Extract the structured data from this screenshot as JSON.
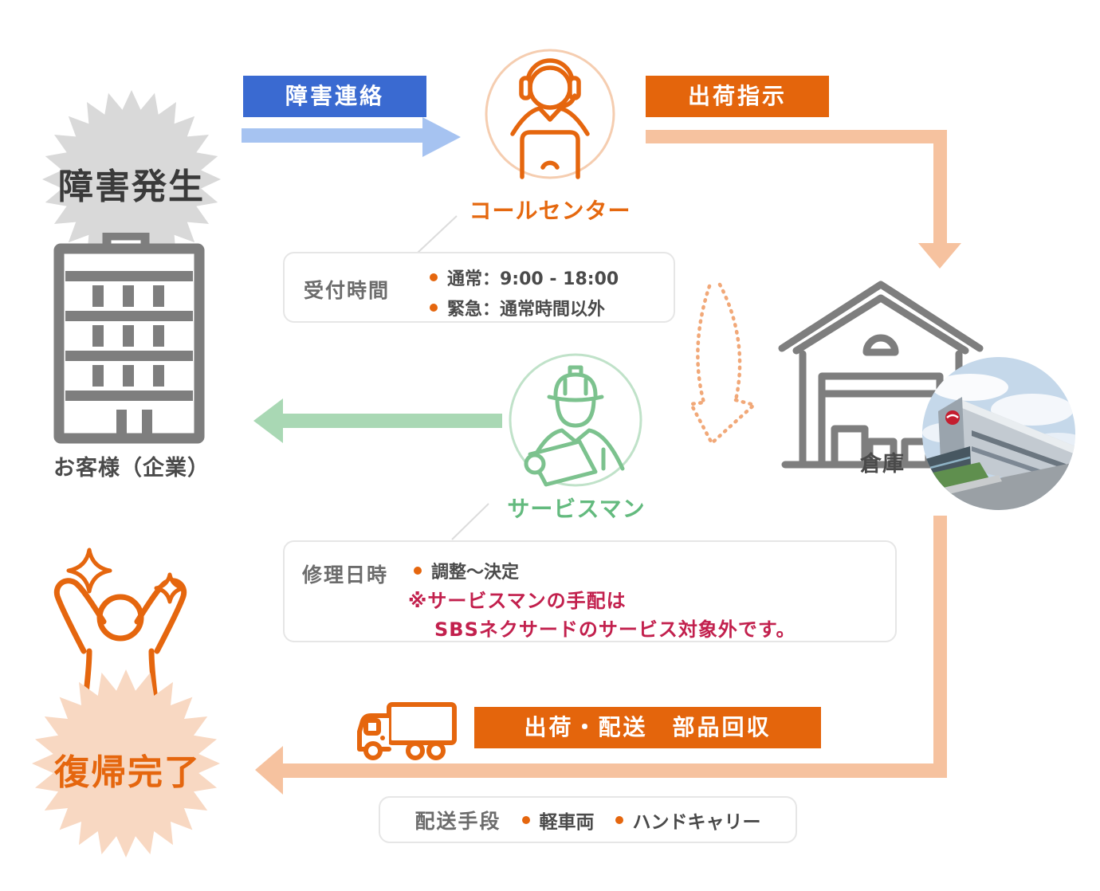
{
  "nodes": {
    "failure": {
      "label": "障害発生"
    },
    "customer": {
      "label": "お客様（企業）"
    },
    "call_center": {
      "label": "コールセンター"
    },
    "warehouse": {
      "label": "倉庫"
    },
    "serviceman": {
      "label": "サービスマン"
    },
    "recovery": {
      "label": "復帰完了"
    }
  },
  "arrows": {
    "failure_report": {
      "label": "障害連絡"
    },
    "ship_instruction": {
      "label": "出荷指示"
    },
    "ship_delivery": {
      "label": "出荷・配送　部品回収"
    }
  },
  "info_boxes": {
    "reception_hours": {
      "title": "受付時間",
      "items": [
        "通常：9:00 - 18:00",
        "緊急：通常時間以外"
      ]
    },
    "repair_schedule": {
      "title": "修理日時",
      "items": [
        "調整〜決定"
      ],
      "note_lines": [
        "※サービスマンの手配は",
        "SBSネクサードのサービス対象外です。"
      ]
    },
    "delivery_methods": {
      "title": "配送手段",
      "items": [
        "軽車両",
        "ハンドキャリー"
      ]
    }
  },
  "colors": {
    "blue_label": "#3a6ad1",
    "blue_arrow": "#a6c3f1",
    "orange_brand": "#e5660e",
    "orange_label": "#e4650c",
    "pale_orange_arrow": "#f6c29f",
    "pale_orange_burst": "#f8d8c2",
    "green_icon": "#7cc28e",
    "green_arrow": "#a9d8b4",
    "green_label": "#63ba7e",
    "gray_icon": "#7e7e7e",
    "gray_burst": "#d9d9d9",
    "dark_text": "#4a4a4a",
    "red_note": "#c2204d"
  }
}
